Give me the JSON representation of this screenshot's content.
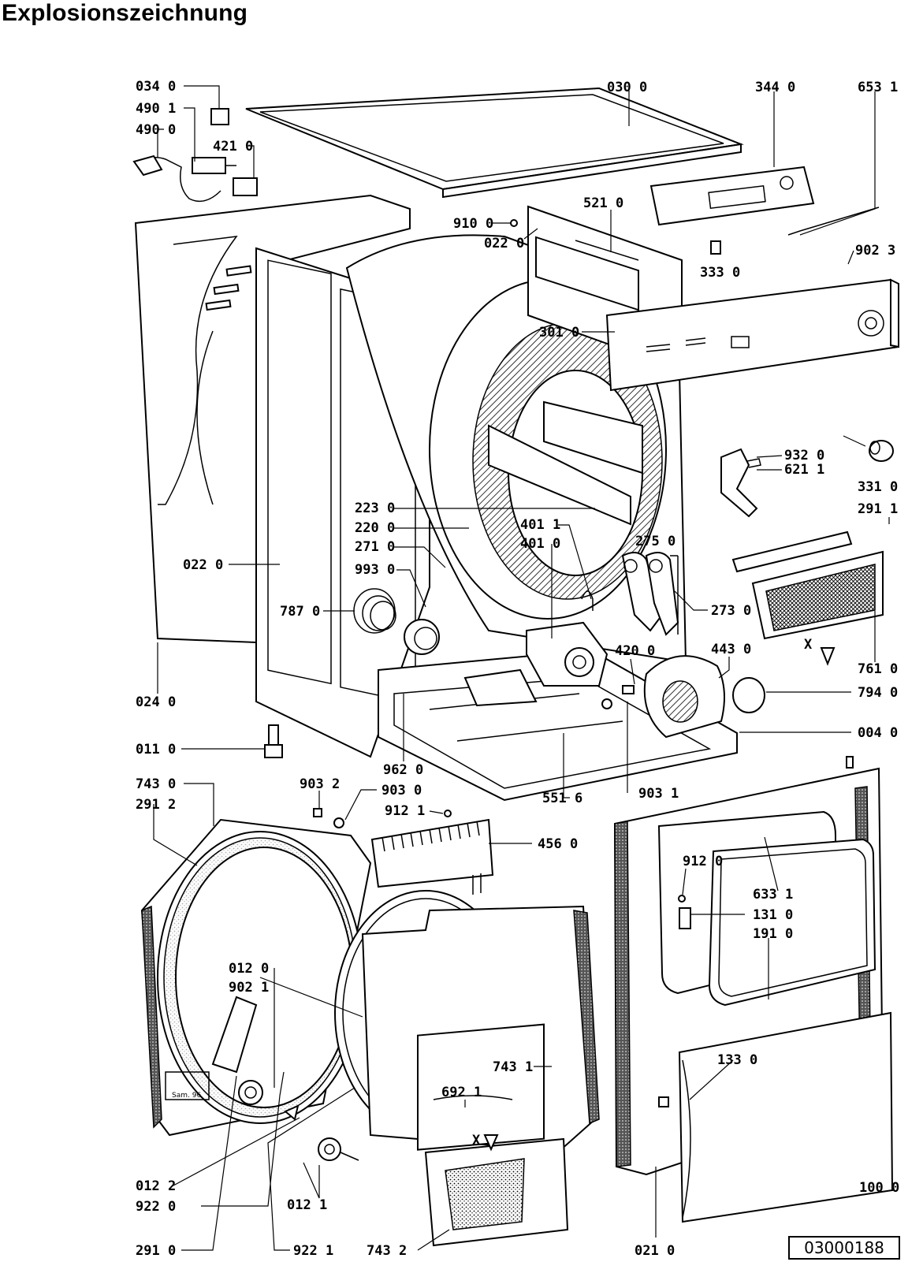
{
  "title": "Explosionszeichnung",
  "drawing_code": "03000188",
  "callouts": [
    {
      "id": "034_0",
      "text": "034 0"
    },
    {
      "id": "490_1",
      "text": "490 1"
    },
    {
      "id": "490_0",
      "text": "490 0"
    },
    {
      "id": "421_0",
      "text": "421 0"
    },
    {
      "id": "030_0",
      "text": "030 0"
    },
    {
      "id": "344_0",
      "text": "344 0"
    },
    {
      "id": "653_1",
      "text": "653 1"
    },
    {
      "id": "910_0",
      "text": "910 0"
    },
    {
      "id": "022_0a",
      "text": "022 0"
    },
    {
      "id": "521_0",
      "text": "521 0"
    },
    {
      "id": "333_0",
      "text": "333 0"
    },
    {
      "id": "902_3",
      "text": "902 3"
    },
    {
      "id": "301_0",
      "text": "301 0"
    },
    {
      "id": "932_0",
      "text": "932 0"
    },
    {
      "id": "621_1",
      "text": "621 1"
    },
    {
      "id": "331_0",
      "text": "331 0"
    },
    {
      "id": "291_1",
      "text": "291 1"
    },
    {
      "id": "223_0",
      "text": "223 0"
    },
    {
      "id": "220_0",
      "text": "220 0"
    },
    {
      "id": "271_0",
      "text": "271 0"
    },
    {
      "id": "993_0",
      "text": "993 0"
    },
    {
      "id": "401_1",
      "text": "401 1"
    },
    {
      "id": "401_0",
      "text": "401 0"
    },
    {
      "id": "275_0",
      "text": "275 0"
    },
    {
      "id": "022_0b",
      "text": "022 0"
    },
    {
      "id": "273_0",
      "text": "273 0"
    },
    {
      "id": "787_0",
      "text": "787 0"
    },
    {
      "id": "420_0",
      "text": "420 0"
    },
    {
      "id": "443_0",
      "text": "443 0"
    },
    {
      "id": "761_0",
      "text": "761 0"
    },
    {
      "id": "794_0",
      "text": "794 0"
    },
    {
      "id": "024_0",
      "text": "024 0"
    },
    {
      "id": "004_0",
      "text": "004 0"
    },
    {
      "id": "011_0",
      "text": "011 0"
    },
    {
      "id": "962_0",
      "text": "962 0"
    },
    {
      "id": "903_1",
      "text": "903 1"
    },
    {
      "id": "743_0",
      "text": "743 0"
    },
    {
      "id": "291_2",
      "text": "291 2"
    },
    {
      "id": "903_2",
      "text": "903 2"
    },
    {
      "id": "903_0",
      "text": "903 0"
    },
    {
      "id": "912_1",
      "text": "912 1"
    },
    {
      "id": "551_6",
      "text": "551 6"
    },
    {
      "id": "456_0",
      "text": "456 0"
    },
    {
      "id": "912_0",
      "text": "912 0"
    },
    {
      "id": "633_1",
      "text": "633 1"
    },
    {
      "id": "131_0",
      "text": "131 0"
    },
    {
      "id": "191_0",
      "text": "191 0"
    },
    {
      "id": "012_0",
      "text": "012 0"
    },
    {
      "id": "902_1",
      "text": "902 1"
    },
    {
      "id": "743_1",
      "text": "743 1"
    },
    {
      "id": "692_1",
      "text": "692 1"
    },
    {
      "id": "133_0",
      "text": "133 0"
    },
    {
      "id": "012_2",
      "text": "012 2"
    },
    {
      "id": "922_0",
      "text": "922 0"
    },
    {
      "id": "291_0",
      "text": "291 0"
    },
    {
      "id": "012_1",
      "text": "012 1"
    },
    {
      "id": "922_1",
      "text": "922 1"
    },
    {
      "id": "743_2",
      "text": "743 2"
    },
    {
      "id": "021_0",
      "text": "021 0"
    },
    {
      "id": "100_0",
      "text": "100 0"
    }
  ],
  "direction_marks": {
    "x1": "X",
    "x2": "X",
    "door_tag": "Sam. 96"
  }
}
